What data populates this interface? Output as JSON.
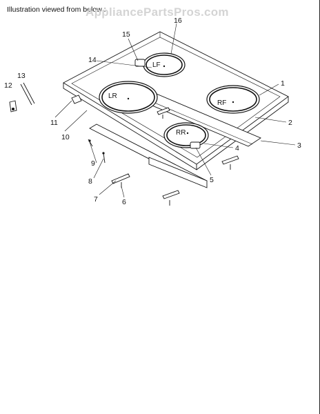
{
  "caption": "Illustration viewed from below :",
  "watermark": "AppliancePartsPros.com",
  "burners": {
    "lf": "LF",
    "lr": "LR",
    "rf": "RF",
    "rr": "RR"
  },
  "callouts": {
    "c1": "1",
    "c2": "2",
    "c3": "3",
    "c4": "4",
    "c5": "5",
    "c6": "6",
    "c7": "7",
    "c8": "8",
    "c9": "9",
    "c10": "10",
    "c11": "11",
    "c12": "12",
    "c13": "13",
    "c14": "14",
    "c15": "15",
    "c16": "16"
  }
}
